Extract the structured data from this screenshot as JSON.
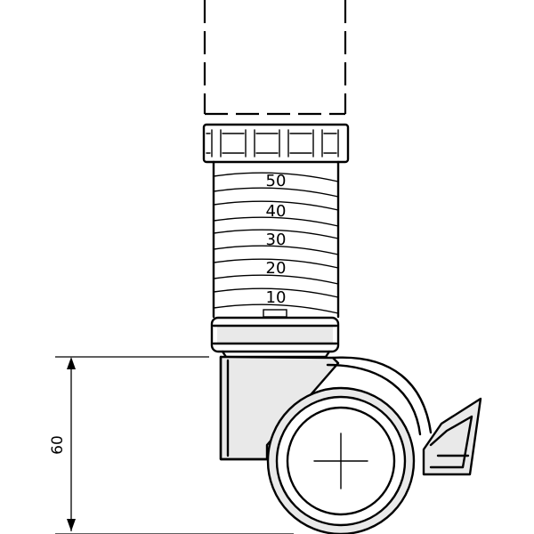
{
  "diagram": {
    "scale_marks": [
      "50",
      "40",
      "30",
      "20",
      "10"
    ],
    "dimension_label": "60",
    "colors": {
      "line": "#000000",
      "fill_gray": "#e9e9e9",
      "background": "#ffffff"
    }
  }
}
